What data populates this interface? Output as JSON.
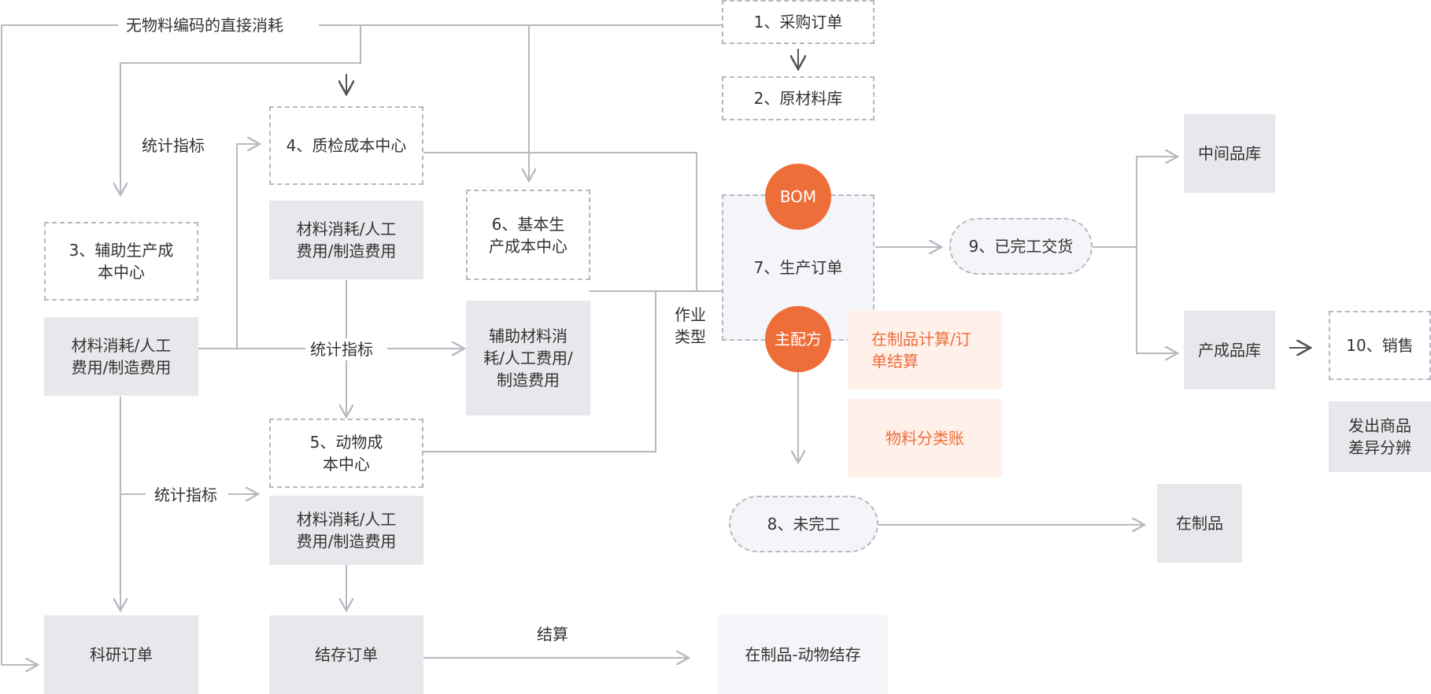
{
  "nodes": {
    "purchase_order": "1、采购订单",
    "raw_material": "2、原材料库",
    "aux_center": "3、辅助生产成本中心",
    "qc_center": "4、质检成本中心",
    "animal_center": "5、动物成本中心",
    "basic_center": "6、基本生产成本中心",
    "production_order": "7、生产订单",
    "unfinished": "8、未完工",
    "finished_delivery": "9、已完工交货",
    "sales": "10、销售",
    "intermediate_store": "中间品库",
    "product_store": "产成品库",
    "wip": "在制品",
    "shipped_diff": "发出商品差异分辨",
    "research_order": "科研订单",
    "stock_order": "结存订单",
    "wip_animal": "在制品-动物结存",
    "wip_calc": "在制品计算/订单结算",
    "material_ledger": "物料分类账",
    "bom": "BOM",
    "main_formula": "主配方",
    "cost_qc": "材料消耗/人工费用/制造费用",
    "cost_aux": "材料消耗/人工费用/制造费用",
    "cost_animal": "材料消耗/人工费用/制造费用",
    "cost_basic": "辅助材料消耗/人工费用/制造费用"
  },
  "labels": {
    "direct_consumption": "无物料编码的直接消耗",
    "stat_index_1": "统计指标",
    "stat_index_2": "统计指标",
    "stat_index_3": "统计指标",
    "settlement": "结算",
    "operation_type": "作业类型"
  },
  "colors": {
    "accent": "#ee6e3a",
    "line": "#b8b8c0"
  }
}
